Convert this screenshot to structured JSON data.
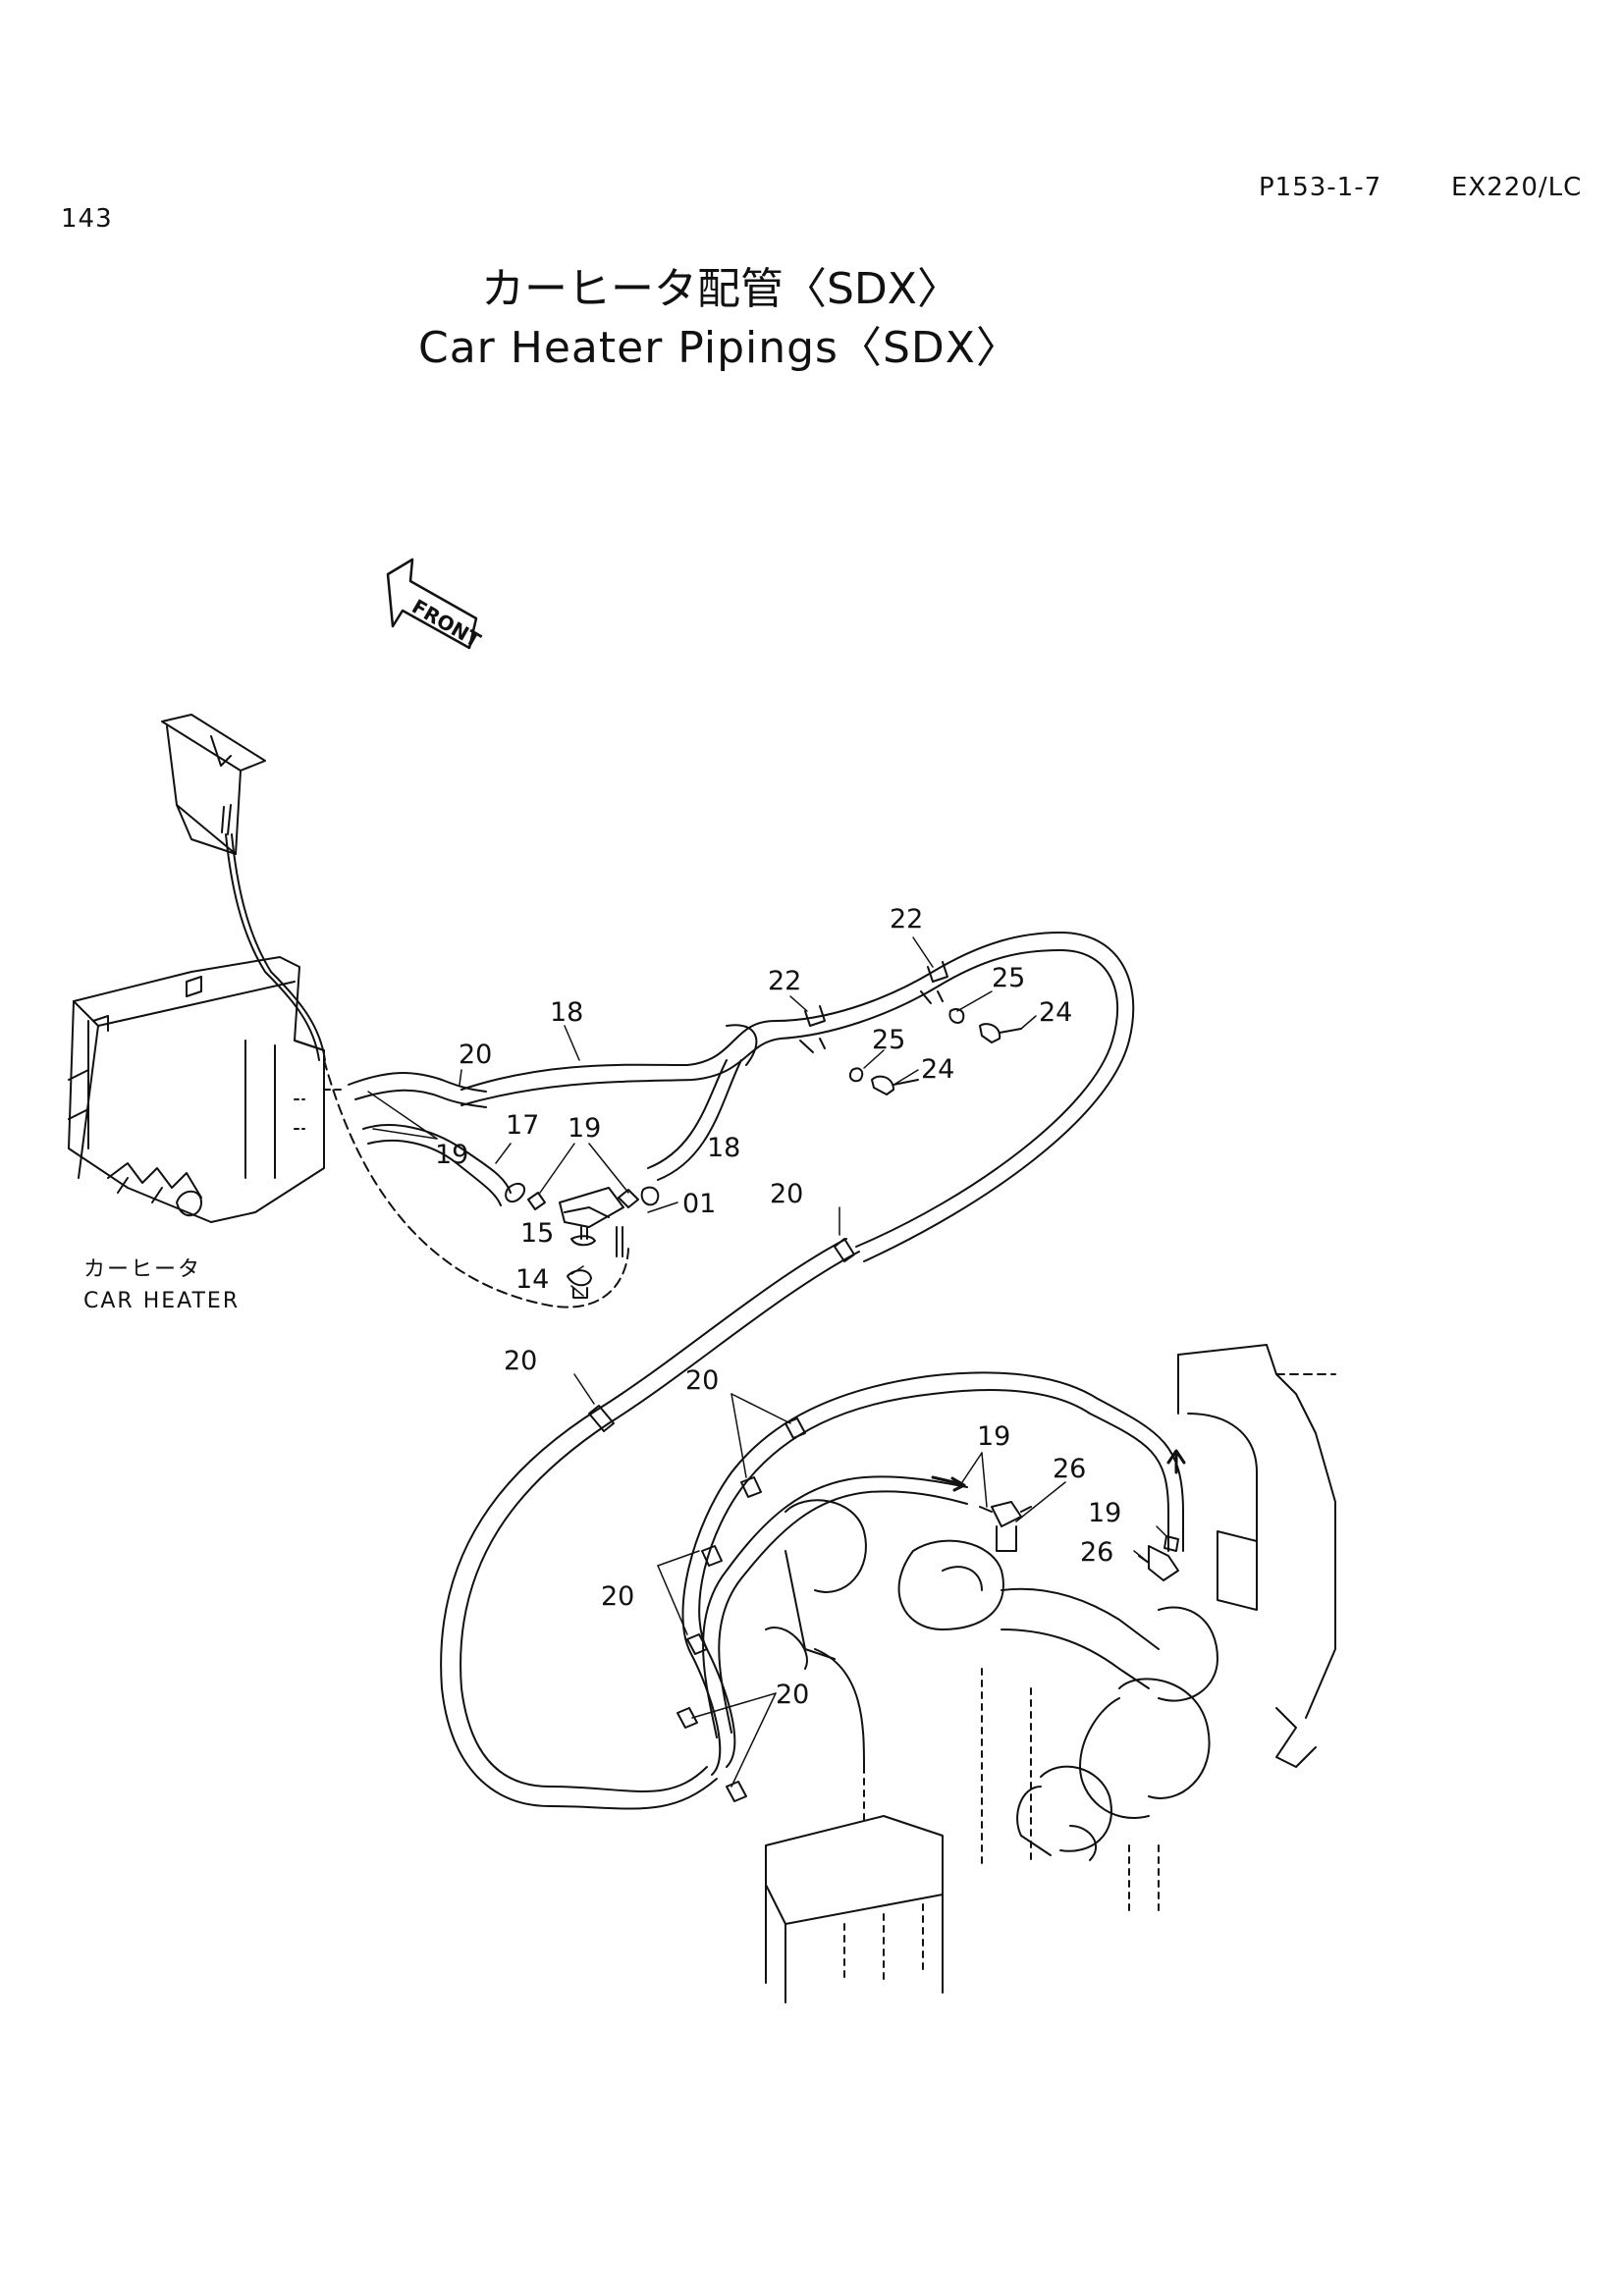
{
  "header": {
    "page_number": "143",
    "code": "P153-1-7",
    "model": "EX220/LC",
    "title_jp": "カーヒータ配管〈SDX〉",
    "title_en": "Car Heater Pipings〈SDX〉"
  },
  "direction_marker": "FRONT",
  "assembly_label": {
    "jp": "カーヒータ",
    "en": "CAR HEATER"
  },
  "callouts": {
    "c22a": "22",
    "c22b": "22",
    "c25a": "25",
    "c24a": "24",
    "c25b": "25",
    "c24b": "24",
    "c18a": "18",
    "c20a": "20",
    "c17": "17",
    "c19a": "19",
    "c19b": "19",
    "c18b": "18",
    "c01": "01",
    "c15": "15",
    "c14": "14",
    "c20b": "20",
    "c20c": "20",
    "c20d": "20",
    "c19c": "19",
    "c26a": "26",
    "c19d": "19",
    "c26b": "26",
    "c20e": "20",
    "c20f": "20"
  }
}
